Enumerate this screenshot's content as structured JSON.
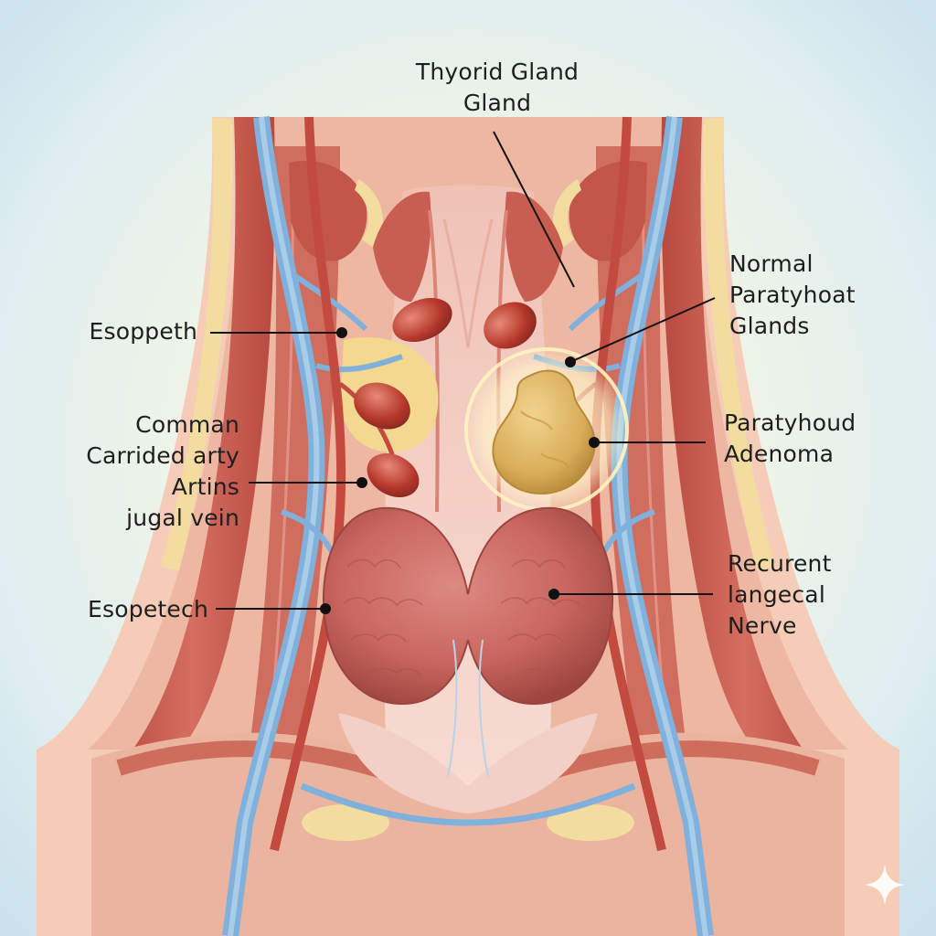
{
  "labels": {
    "thyroid_gland": [
      "Thyorid Gland",
      "Gland"
    ],
    "normal_parathyroid_glands": [
      "Normal",
      "Paratyhoat",
      "Glands"
    ],
    "esophagus_top": [
      "Esoppeth"
    ],
    "common_carotid_artery": [
      "Comman",
      "Carrided arty",
      "Artins",
      "jugal vein"
    ],
    "parathyroid_adenoma": [
      "Paratyhoud",
      "Adenoma"
    ],
    "recurrent_laryngeal_nerve": [
      "Recurent",
      "langecal",
      "Nerve"
    ],
    "esophagus_bottom": [
      "Esopetech"
    ]
  },
  "colors": {
    "muscle": "#c8574a",
    "muscle_light": "#e39a8a",
    "skin": "#f2c3ae",
    "fat": "#f3dca0",
    "vein": "#7fb1dc",
    "thyroid": "#c9665f",
    "adenoma": "#d9ad5a",
    "parathyroid_gland": "#b5372c",
    "trachea": "#f4d4cc",
    "glow": "#fff6c8"
  },
  "icons": {
    "watermark": "sparkle-icon"
  }
}
